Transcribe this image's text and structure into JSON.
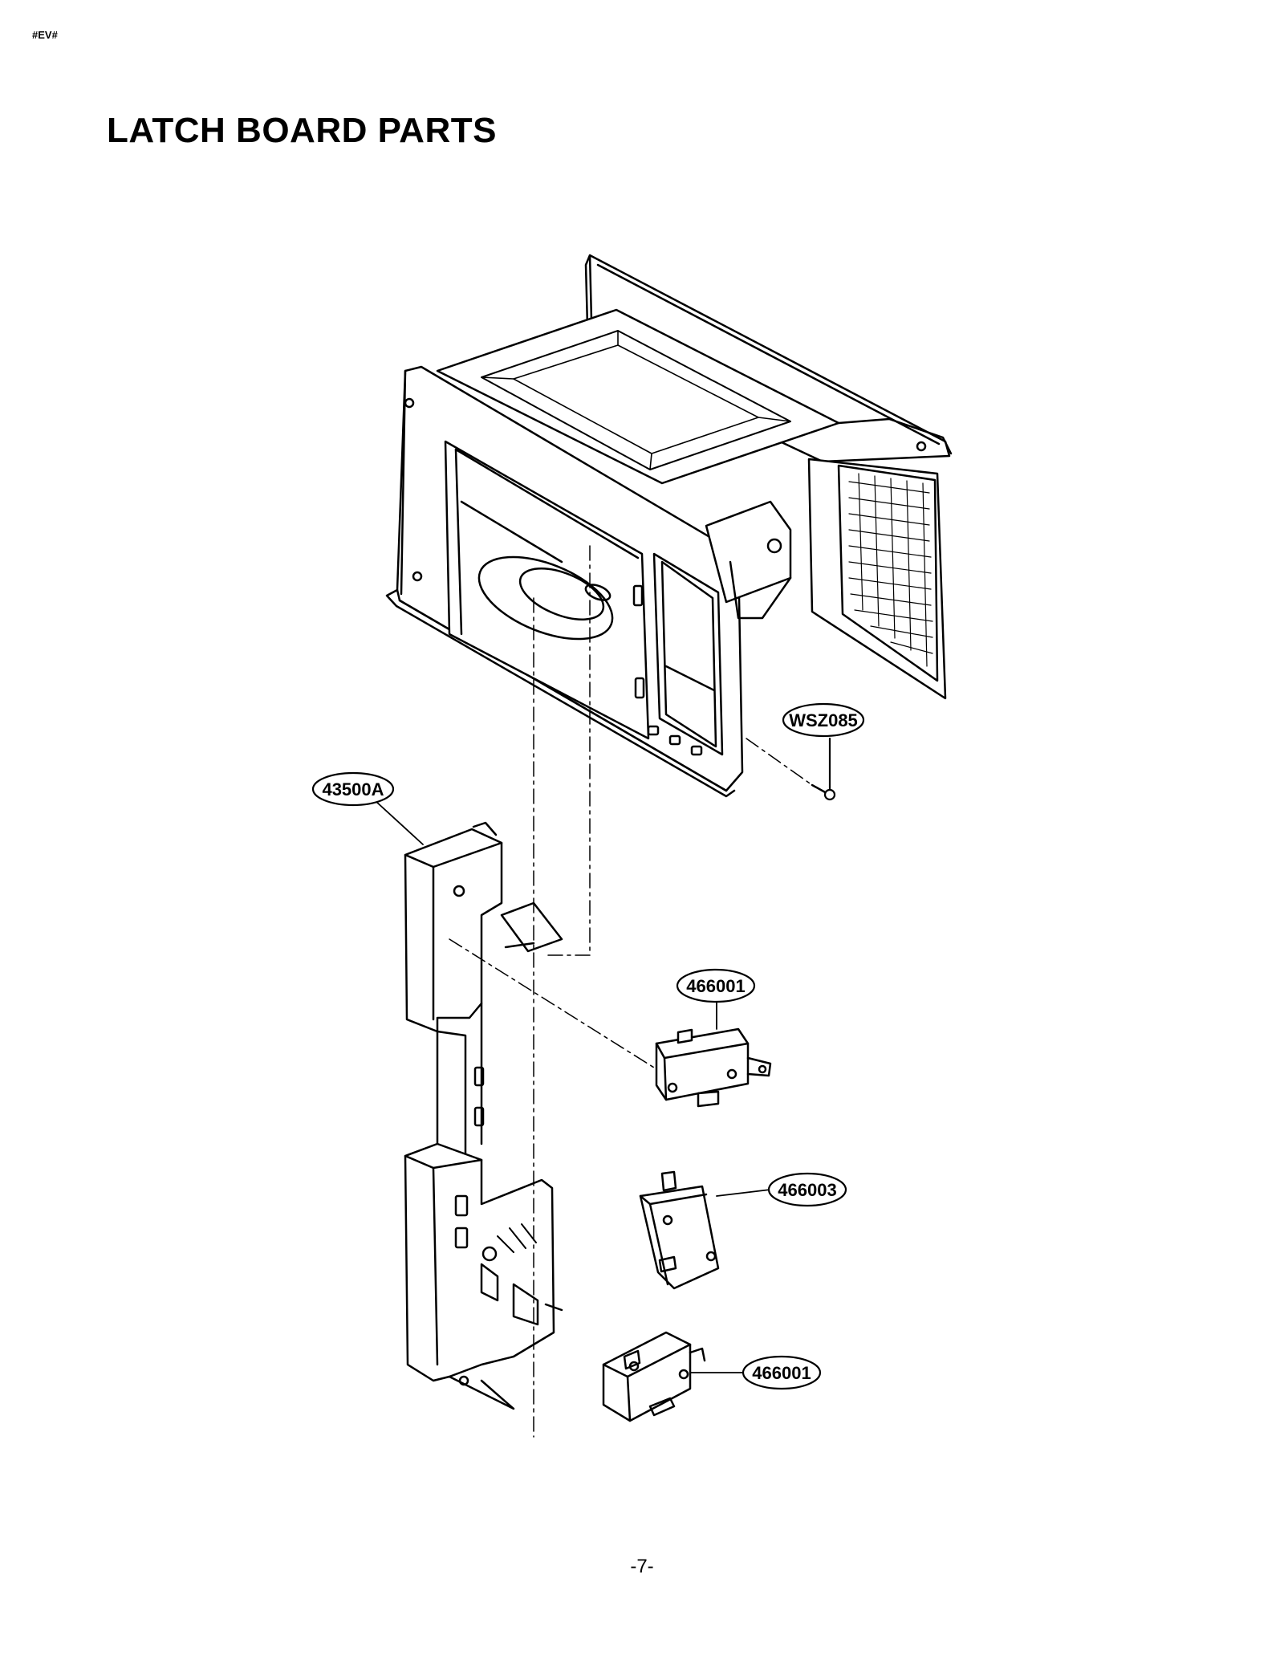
{
  "header": {
    "doc_code": "#EV#"
  },
  "title": "LATCH BOARD PARTS",
  "parts": [
    {
      "id": "WSZ085"
    },
    {
      "id": "43500A"
    },
    {
      "id": "466001"
    },
    {
      "id": "466003"
    },
    {
      "id": "466001"
    }
  ],
  "footer": {
    "page_number": "-7-"
  },
  "colors": {
    "line": "#000000",
    "background": "#ffffff"
  }
}
